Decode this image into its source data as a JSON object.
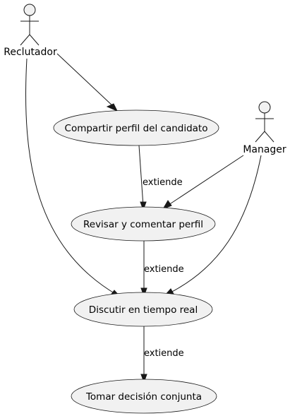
{
  "actors": {
    "recruiter": "Reclutador",
    "manager": "Manager"
  },
  "use_cases": {
    "share_profile": "Compartir perfil del candidato",
    "review_profile": "Revisar y comentar perfil",
    "discuss_realtime": "Discutir en tiempo real",
    "joint_decision": "Tomar decisión conjunta"
  },
  "edge_labels": {
    "share_to_review": "extiende",
    "review_to_discuss": "extiende",
    "discuss_to_decision": "extiende"
  },
  "colors": {
    "fill": "#f1f1f1",
    "stroke": "#181818",
    "text": "#000000"
  }
}
